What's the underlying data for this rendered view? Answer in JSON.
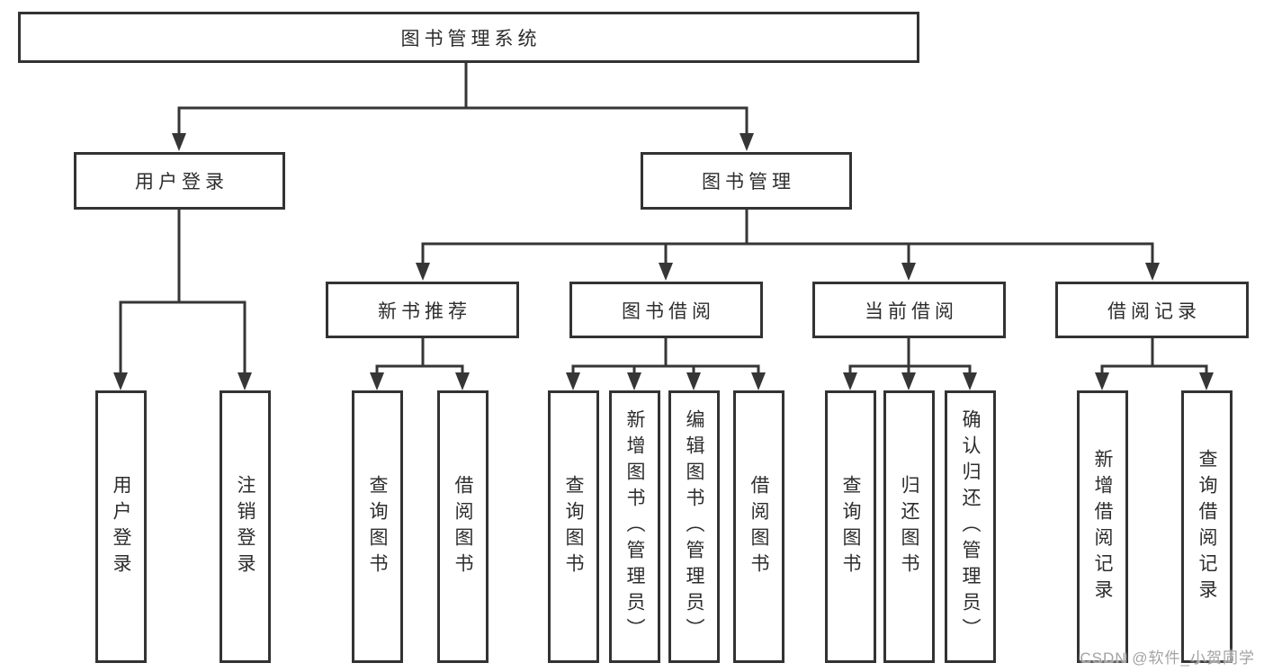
{
  "tree": {
    "label": "图书管理系统",
    "children": [
      {
        "label": "用户登录",
        "children": [
          {
            "label": "用户登录"
          },
          {
            "label": "注销登录"
          }
        ]
      },
      {
        "label": "图书管理",
        "children": [
          {
            "label": "新书推荐",
            "children": [
              {
                "label": "查询图书"
              },
              {
                "label": "借阅图书"
              }
            ]
          },
          {
            "label": "图书借阅",
            "children": [
              {
                "label": "查询图书"
              },
              {
                "label": "新增图书（管理员）"
              },
              {
                "label": "编辑图书（管理员）"
              },
              {
                "label": "借阅图书"
              }
            ]
          },
          {
            "label": "当前借阅",
            "children": [
              {
                "label": "查询图书"
              },
              {
                "label": "归还图书"
              },
              {
                "label": "确认归还（管理员）"
              }
            ]
          },
          {
            "label": "借阅记录",
            "children": [
              {
                "label": "新增借阅记录"
              },
              {
                "label": "查询借阅记录"
              }
            ]
          }
        ]
      }
    ]
  },
  "watermark": {
    "text": "CSDN @软件_小贺同学"
  },
  "colors": {
    "line": "#363636",
    "box_border": "#333333",
    "text": "#2d2d2d",
    "background": "#ffffff",
    "watermark": "#a3a3a3"
  }
}
